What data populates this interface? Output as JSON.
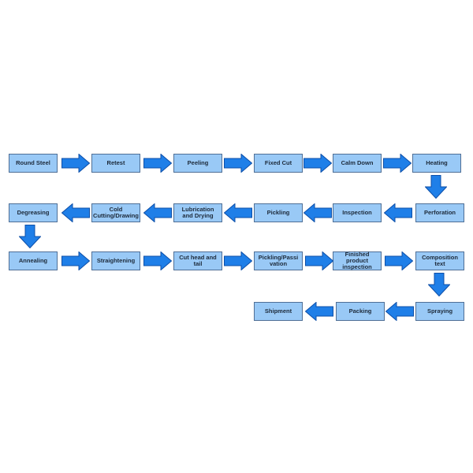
{
  "diagram": {
    "colors": {
      "box_fill": "#99c9f6",
      "box_border": "#4f6f96",
      "arrow_fill": "#1f7fe8",
      "arrow_stroke": "#0e4fa8"
    },
    "steps": {
      "round_steel": "Round Steel",
      "retest": "Retest",
      "peeling": "Peeling",
      "fixed_cut": "Fixed Cut",
      "calm_down": "Calm Down",
      "heating": "Heating",
      "perforation": "Perforation",
      "inspection": "Inspection",
      "pickling": "Pickling",
      "lubrication_drying": "Lubrication and Drying",
      "cold_cutting_drawing": "Cold Cutting/Drawing",
      "degreasing": "Degreasing",
      "annealing": "Annealing",
      "straightening": "Straightening",
      "cut_head_tail": "Cut head and tail",
      "pickling_passivation": "Pickling/Passi vation",
      "finished_inspection": "Finished product inspection",
      "composition_text": "Composition text",
      "spraying": "Spraying",
      "packing": "Packing",
      "shipment": "Shipment"
    }
  }
}
